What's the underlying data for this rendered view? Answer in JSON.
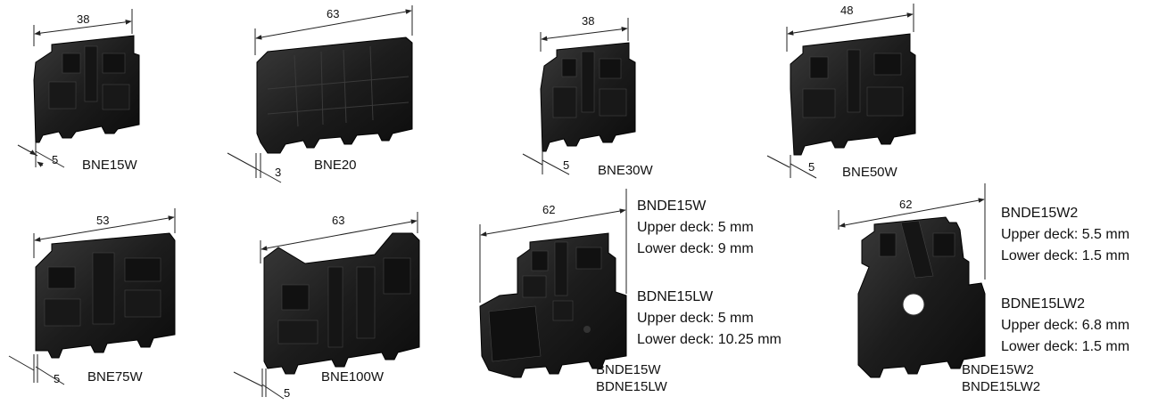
{
  "parts": [
    {
      "id": "bne15w",
      "label": "BNE15W",
      "width_dim": "38",
      "thickness_dim": "5"
    },
    {
      "id": "bne20",
      "label": "BNE20",
      "width_dim": "63",
      "thickness_dim": "3"
    },
    {
      "id": "bne30w",
      "label": "BNE30W",
      "width_dim": "38",
      "thickness_dim": "5"
    },
    {
      "id": "bne50w",
      "label": "BNE50W",
      "width_dim": "48",
      "thickness_dim": "5"
    },
    {
      "id": "bne75w",
      "label": "BNE75W",
      "width_dim": "53",
      "thickness_dim": "5"
    },
    {
      "id": "bne100w",
      "label": "BNE100W",
      "width_dim": "63",
      "thickness_dim": "5"
    }
  ],
  "double_deck": [
    {
      "id": "bnde15w",
      "width_dim": "62",
      "bottom_labels": [
        "BNDE15W",
        "BDNE15LW"
      ],
      "specs": [
        {
          "name": "BNDE15W",
          "upper": "Upper deck: 5 mm",
          "lower": "Lower deck: 9 mm"
        },
        {
          "name": "BDNE15LW",
          "upper": "Upper deck: 5 mm",
          "lower": "Lower deck: 10.25 mm"
        }
      ]
    },
    {
      "id": "bnde15w2",
      "width_dim": "62",
      "bottom_labels": [
        "BNDE15W2",
        "BNDE15LW2"
      ],
      "specs": [
        {
          "name": "BNDE15W2",
          "upper": "Upper deck: 5.5 mm",
          "lower": "Lower deck: 1.5 mm"
        },
        {
          "name": "BDNE15LW2",
          "upper": "Upper deck: 6.8 mm",
          "lower": "Lower deck: 1.5 mm"
        }
      ]
    }
  ]
}
